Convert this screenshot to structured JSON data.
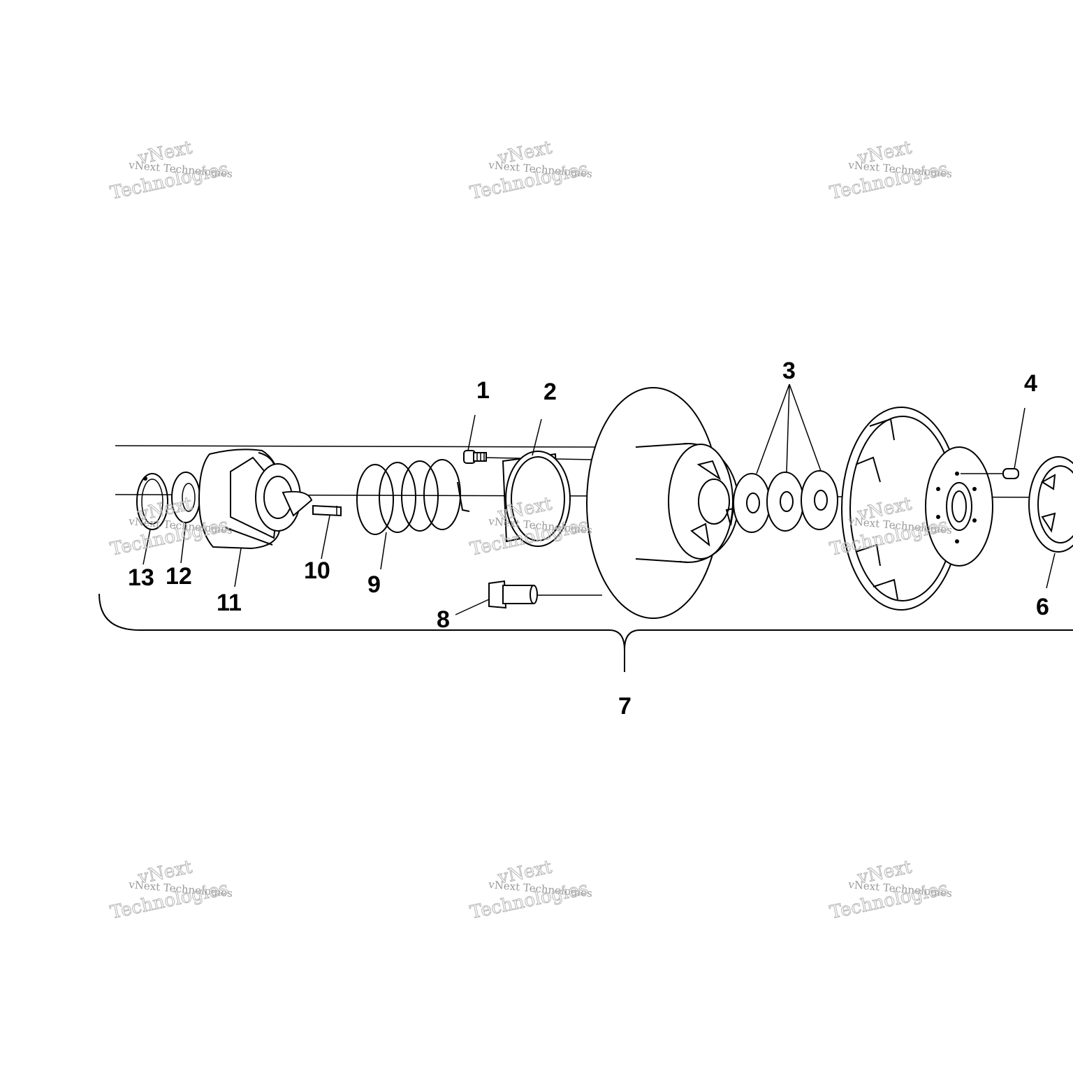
{
  "callouts": {
    "c1": "1",
    "c2": "2",
    "c3": "3",
    "c4": "4",
    "c6": "6",
    "c7": "7",
    "c8": "8",
    "c9": "9",
    "c10": "10",
    "c11": "11",
    "c12": "12",
    "c13": "13"
  },
  "watermark": {
    "line1": "vNext Technologies",
    "line2": "Technologies",
    "line3": "vNext"
  }
}
